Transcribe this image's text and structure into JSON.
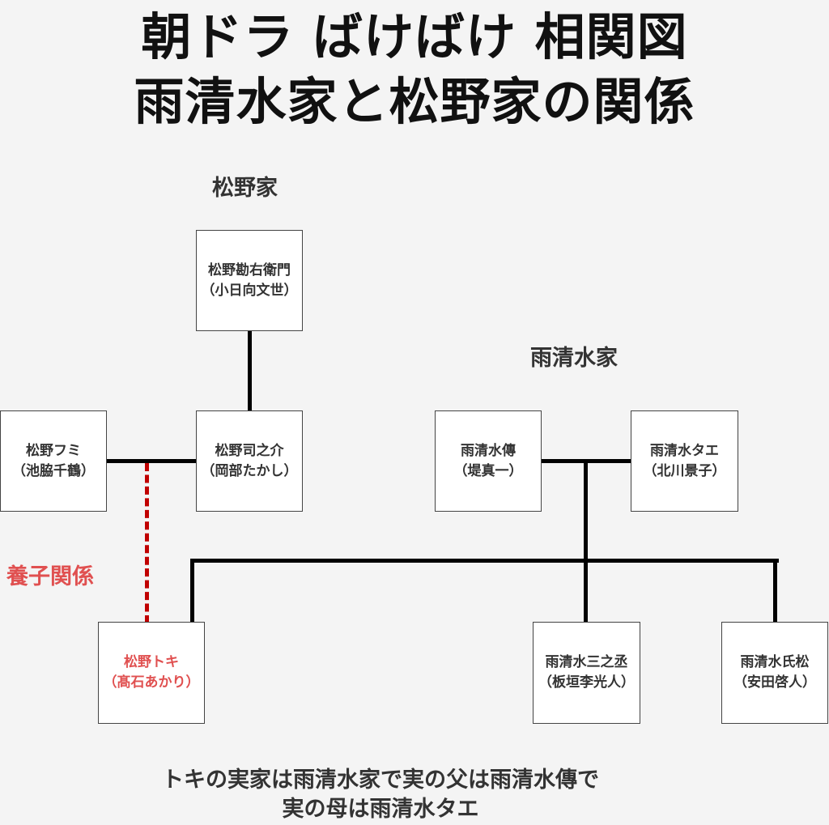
{
  "title": {
    "line1": "朝ドラ ばけばけ 相関図",
    "line2": "雨清水家と松野家の関係"
  },
  "families": {
    "matsuno": "松野家",
    "ameshimizu": "雨清水家"
  },
  "people": {
    "kanemon": {
      "name": "松野勘右衛門",
      "actor": "（小日向文世）"
    },
    "fumi": {
      "name": "松野フミ",
      "actor": "（池脇千鶴）"
    },
    "tsukasanosuke": {
      "name": "松野司之介",
      "actor": "（岡部たかし）"
    },
    "toki": {
      "name": "松野トキ",
      "actor": "（髙石あかり）"
    },
    "den": {
      "name": "雨清水傳",
      "actor": "（堤真一）"
    },
    "tae": {
      "name": "雨清水タエ",
      "actor": "（北川景子）"
    },
    "sannojo": {
      "name": "雨清水三之丞",
      "actor": "（板垣李光人）"
    },
    "ujimatsu": {
      "name": "雨清水氏松",
      "actor": "（安田啓人）"
    }
  },
  "relations": {
    "adoption": "養子関係"
  },
  "caption": {
    "line1": "トキの実家は雨清水家で実の父は雨清水傳で",
    "line2": "実の母は雨清水タエ"
  },
  "colors": {
    "adopted_text": "#e05050",
    "adoption_line": "#c00000"
  }
}
